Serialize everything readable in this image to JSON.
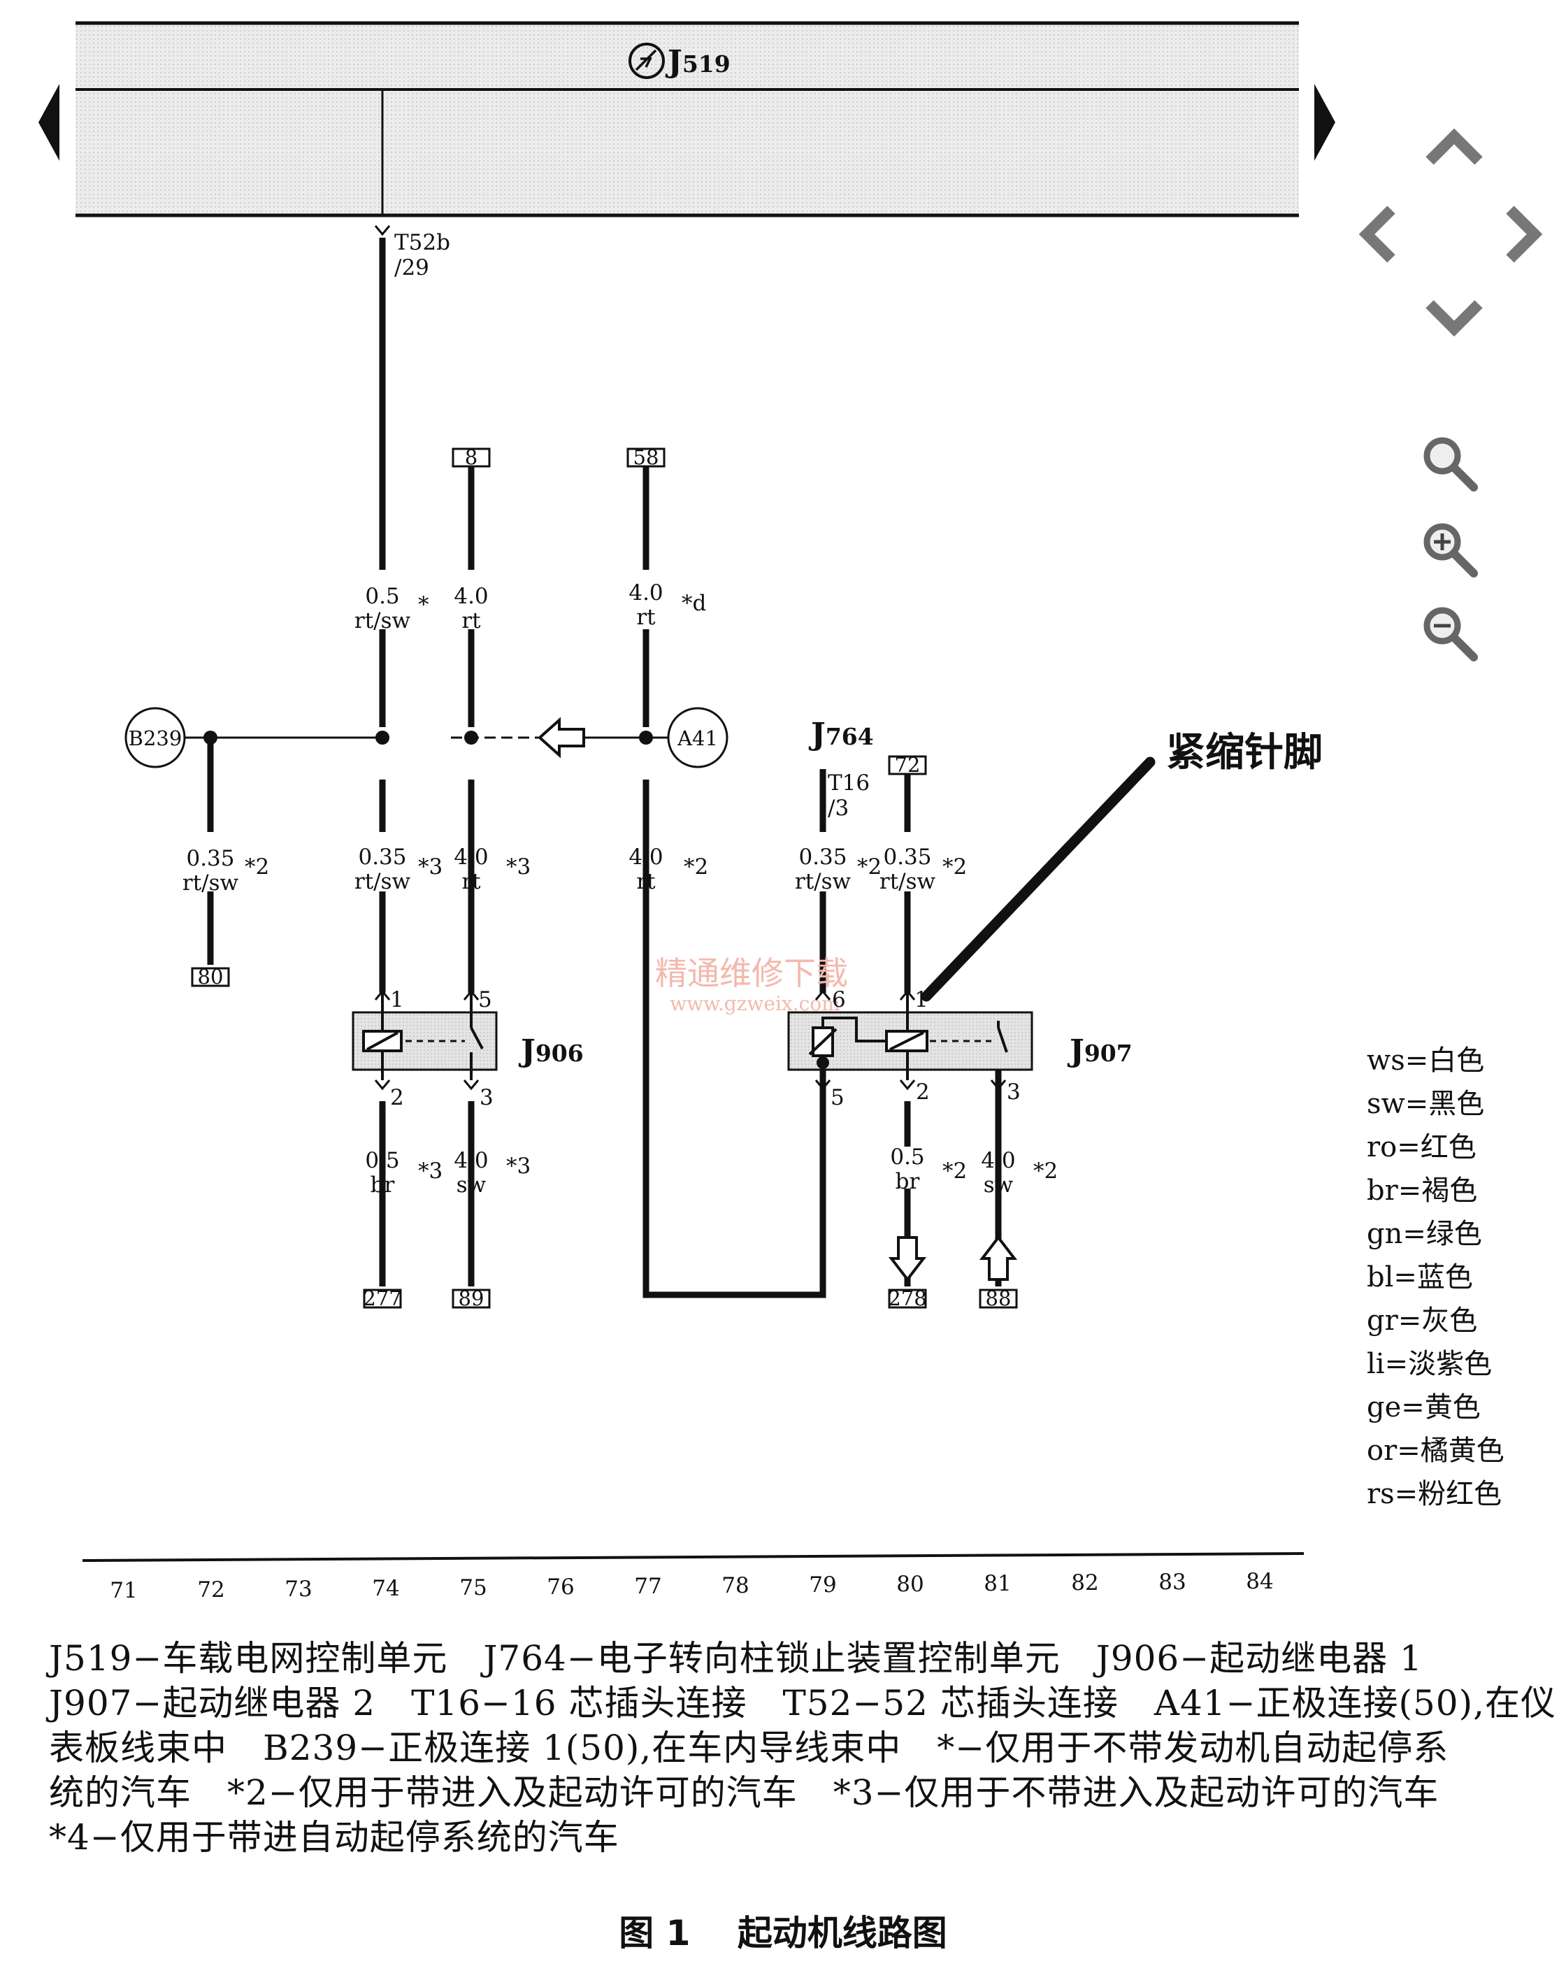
{
  "diagram": {
    "control_unit": {
      "name": "J",
      "sub": "519",
      "connector": "T52b",
      "pin": "/29"
    },
    "terminals": {
      "t8": "8",
      "t58": "58",
      "t72": "72",
      "t80": "80",
      "t277": "277",
      "t89": "89",
      "t278": "278",
      "t88": "88"
    },
    "wires": {
      "w74a": {
        "size": "0.5",
        "color": "rt/sw",
        "note": "*"
      },
      "w75a": {
        "size": "4.0",
        "color": "rt"
      },
      "w77a": {
        "size": "4.0",
        "color": "rt",
        "note": "*d"
      },
      "w72b": {
        "size": "0.35",
        "color": "rt/sw",
        "note": "*2"
      },
      "w74b": {
        "size": "0.35",
        "color": "rt/sw",
        "note": "*3"
      },
      "w75b": {
        "size": "4.0",
        "color": "rt",
        "note": "*3"
      },
      "w77b": {
        "size": "4.0",
        "color": "rt",
        "note": "*2"
      },
      "w79": {
        "size": "0.35",
        "color": "rt/sw",
        "note": "*2"
      },
      "w80": {
        "size": "0.35",
        "color": "rt/sw",
        "note": "*2"
      },
      "w74c": {
        "size": "0.5",
        "color": "br",
        "note": "*3"
      },
      "w75c": {
        "size": "4.0",
        "color": "sw",
        "note": "*3"
      },
      "w80c": {
        "size": "0.5",
        "color": "br",
        "note": "*2"
      },
      "w81c": {
        "size": "4.0",
        "color": "sw",
        "note": "*2"
      }
    },
    "connections": {
      "b239": "B239",
      "a41": "A41"
    },
    "j764": {
      "name": "J",
      "sub": "764",
      "connector": "T16",
      "pin": "/3"
    },
    "j906": {
      "name": "J",
      "sub": "906",
      "pin1": "1",
      "pin5": "5",
      "pin2": "2",
      "pin3": "3"
    },
    "j907": {
      "name": "J",
      "sub": "907",
      "pin6": "6",
      "pin1": "1",
      "pin5": "5",
      "pin2": "2",
      "pin3": "3"
    },
    "callout": "紧缩针脚",
    "watermark": {
      "cn": "精通维修下载",
      "url": "www.gzweix.com"
    },
    "legend": [
      "ws=白色",
      "sw=黑色",
      "ro=红色",
      "br=褐色",
      "gn=绿色",
      "bl=蓝色",
      "gr=灰色",
      "li=淡紫色",
      "ge=黄色",
      "or=橘黄色",
      "rs=粉红色"
    ],
    "scale": [
      "71",
      "72",
      "73",
      "74",
      "75",
      "76",
      "77",
      "78",
      "79",
      "80",
      "81",
      "82",
      "83",
      "84"
    ]
  },
  "caption": {
    "lines": [
      "J519−车载电网控制单元　J764−电子转向柱锁止装置控制单元　J906−起动继电器 1",
      "J907−起动继电器 2　T16−16 芯插头连接　T52−52 芯插头连接　A41−正极连接(50),在仪",
      "表板线束中　B239−正极连接 1(50),在车内导线束中　*−仅用于不带发动机自动起停系",
      "统的汽车　*2−仅用于带进入及起动许可的汽车　*3−仅用于不带进入及起动许可的汽车",
      "*4−仅用于带进自动起停系统的汽车"
    ],
    "figure_number": "图 1",
    "figure_title": "起动机线路图"
  }
}
